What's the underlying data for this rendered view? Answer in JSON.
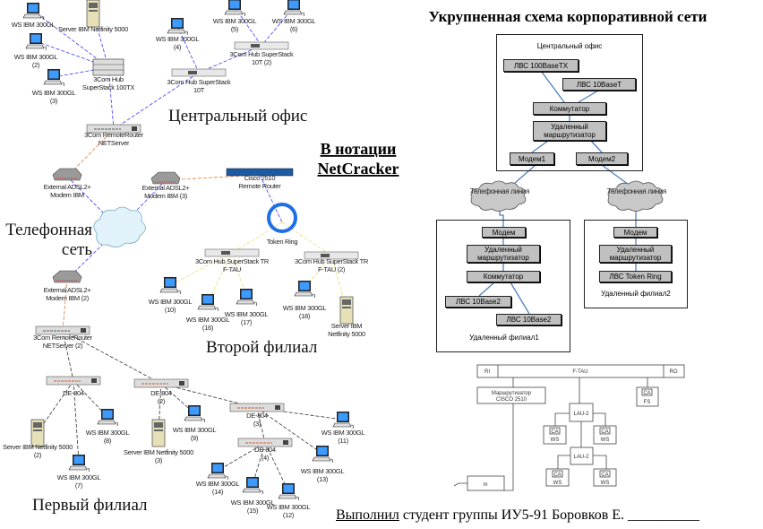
{
  "title": "Укрупненная схема корпоративной сети",
  "notation": {
    "line1": "В нотации",
    "line2": "NetCracker"
  },
  "regions": {
    "central": "Центральный офис",
    "phone1": "Телефонная",
    "phone2": "сеть",
    "second": "Второй филиал",
    "first": "Первый филиал"
  },
  "colors": {
    "lan_link": "#3a3aff",
    "wan_link": "#e07a3a",
    "token_link": "#e8e070",
    "branch_link": "#333333",
    "block_link": "#4f81bd",
    "block_fill": "#c0c0c0"
  },
  "netcracker": {
    "nodes": [
      {
        "id": "ws1",
        "type": "pc",
        "label": [
          "WS IBM 300GL"
        ]
      },
      {
        "id": "srv1",
        "type": "server",
        "label": [
          "Server IBM Netfinity 5000"
        ]
      },
      {
        "id": "ws2",
        "type": "pc",
        "label": [
          "WS IBM 300GL",
          "(2)"
        ]
      },
      {
        "id": "ws3",
        "type": "pc",
        "label": [
          "WS IBM 300GL",
          "(3)"
        ]
      },
      {
        "id": "hub100",
        "type": "hub",
        "label": [
          "3Com Hub",
          "SuperStack 100TX"
        ]
      },
      {
        "id": "ws4",
        "type": "pc",
        "label": [
          "WS IBM 300GL",
          "(4)"
        ]
      },
      {
        "id": "ws5",
        "type": "pc",
        "label": [
          "WS IBM 300GL",
          "(5)"
        ]
      },
      {
        "id": "ws6",
        "type": "pc",
        "label": [
          "WS IBM 300GL",
          "(6)"
        ]
      },
      {
        "id": "hub10t2",
        "type": "flathub",
        "label": [
          "3Com Hub SuperStack",
          "10T (2)"
        ]
      },
      {
        "id": "hub10t",
        "type": "flathub",
        "label": [
          "3Com Hub SuperStack",
          "10T"
        ]
      },
      {
        "id": "rr1",
        "type": "router",
        "label": [
          "3Com RemoteRouter",
          "NETServer"
        ]
      },
      {
        "id": "modem1",
        "type": "modem",
        "label": [
          "External ADSL2+",
          "Modem IBM"
        ]
      },
      {
        "id": "modem3",
        "type": "modem",
        "label": [
          "External ADSL2+",
          "Modem IBM (3)"
        ]
      },
      {
        "id": "cisco",
        "type": "cisco",
        "label": [
          "Cisco 2510",
          "Remote Router"
        ]
      },
      {
        "id": "cloud",
        "type": "cloud",
        "label": []
      },
      {
        "id": "ring",
        "type": "ring",
        "label": [
          "Token Ring"
        ]
      },
      {
        "id": "trhub1",
        "type": "flathub",
        "label": [
          "3Com Hub SuperStack TR",
          "F-TAU"
        ]
      },
      {
        "id": "trhub2",
        "type": "flathub",
        "label": [
          "3Com Hub SuperStack TR",
          "F-TAU (2)"
        ]
      },
      {
        "id": "ws10",
        "type": "pc",
        "label": [
          "WS IBM 300GL",
          "(10)"
        ]
      },
      {
        "id": "ws16",
        "type": "pc",
        "label": [
          "WS IBM 300GL",
          "(16)"
        ]
      },
      {
        "id": "ws17",
        "type": "pc",
        "label": [
          "WS IBM 300GL",
          "(17)"
        ]
      },
      {
        "id": "ws18",
        "type": "pc",
        "label": [
          "WS IBM 300GL",
          "(18)"
        ]
      },
      {
        "id": "srv2",
        "type": "server",
        "label": [
          "Server IBM",
          "Netfinity 5000"
        ]
      },
      {
        "id": "modem2",
        "type": "modem",
        "label": [
          "External ADSL2+",
          "Modem IBM (2)"
        ]
      },
      {
        "id": "rr2",
        "type": "router",
        "label": [
          "3Com RemoteRouter",
          "NETServer (2)"
        ]
      },
      {
        "id": "de1",
        "type": "switch",
        "label": [
          "DE-804"
        ]
      },
      {
        "id": "de2",
        "type": "switch",
        "label": [
          "DE-804",
          "(2)"
        ]
      },
      {
        "id": "de3",
        "type": "switch",
        "label": [
          "DE-804",
          "(3)"
        ]
      },
      {
        "id": "de4",
        "type": "switch",
        "label": [
          "DE-804",
          "(4)"
        ]
      },
      {
        "id": "srv3",
        "type": "server",
        "label": [
          "Server IBM Netfinity 5000",
          "(2)"
        ]
      },
      {
        "id": "ws8",
        "type": "pc",
        "label": [
          "WS IBM 300GL",
          "(8)"
        ]
      },
      {
        "id": "ws7",
        "type": "pc",
        "label": [
          "WS IBM 300GL",
          "(7)"
        ]
      },
      {
        "id": "srv4",
        "type": "server",
        "label": [
          "Server IBM Netfinity 5000",
          "(3)"
        ]
      },
      {
        "id": "ws9",
        "type": "pc",
        "label": [
          "WS IBM 300GL",
          "(9)"
        ]
      },
      {
        "id": "ws11",
        "type": "pc",
        "label": [
          "WS IBM 300GL",
          "(11)"
        ]
      },
      {
        "id": "ws13",
        "type": "pc",
        "label": [
          "WS IBM 300GL",
          "(13)"
        ]
      },
      {
        "id": "ws14",
        "type": "pc",
        "label": [
          "WS IBM 300GL",
          "(14)"
        ]
      },
      {
        "id": "ws15",
        "type": "pc",
        "label": [
          "WS IBM 300GL",
          "(15)"
        ]
      },
      {
        "id": "ws12",
        "type": "pc",
        "label": [
          "WS IBM 300GL",
          "(12)"
        ]
      }
    ],
    "links": [
      {
        "kind": "lan",
        "a": "ws1",
        "b": "hub100"
      },
      {
        "kind": "lan",
        "a": "srv1",
        "b": "hub100"
      },
      {
        "kind": "lan",
        "a": "ws2",
        "b": "hub100"
      },
      {
        "kind": "lan",
        "a": "ws3",
        "b": "hub100"
      },
      {
        "kind": "lan",
        "a": "hub100",
        "b": "rr1"
      },
      {
        "kind": "lan",
        "a": "rr1",
        "b": "hub10t"
      },
      {
        "kind": "lan",
        "a": "ws4",
        "b": "hub10t"
      },
      {
        "kind": "lan",
        "a": "hub10t",
        "b": "hub10t2"
      },
      {
        "kind": "lan",
        "a": "ws5",
        "b": "hub10t2"
      },
      {
        "kind": "lan",
        "a": "ws6",
        "b": "hub10t2"
      },
      {
        "kind": "lan",
        "a": "modem1",
        "b": "cloud"
      },
      {
        "kind": "lan",
        "a": "modem3",
        "b": "cloud"
      },
      {
        "kind": "lan",
        "a": "cloud",
        "b": "modem2"
      },
      {
        "kind": "lan",
        "a": "cisco",
        "b": "ring"
      },
      {
        "kind": "wan",
        "a": "rr1",
        "b": "modem1"
      },
      {
        "kind": "wan",
        "a": "modem3",
        "b": "cisco"
      },
      {
        "kind": "wan",
        "a": "modem2",
        "b": "rr2"
      },
      {
        "kind": "token",
        "a": "ring",
        "b": "trhub1"
      },
      {
        "kind": "token",
        "a": "ring",
        "b": "trhub2"
      },
      {
        "kind": "token",
        "a": "trhub1",
        "b": "ws10"
      },
      {
        "kind": "token",
        "a": "trhub1",
        "b": "ws16"
      },
      {
        "kind": "token",
        "a": "trhub1",
        "b": "ws17"
      },
      {
        "kind": "token",
        "a": "trhub2",
        "b": "ws18"
      },
      {
        "kind": "token",
        "a": "trhub2",
        "b": "srv2"
      },
      {
        "kind": "branch",
        "a": "rr2",
        "b": "de1"
      },
      {
        "kind": "branch",
        "a": "rr2",
        "b": "de2"
      },
      {
        "kind": "branch",
        "a": "de2",
        "b": "de3"
      },
      {
        "kind": "branch",
        "a": "de1",
        "b": "srv3"
      },
      {
        "kind": "branch",
        "a": "de1",
        "b": "ws7"
      },
      {
        "kind": "branch",
        "a": "de1",
        "b": "ws8"
      },
      {
        "kind": "branch",
        "a": "de2",
        "b": "srv4"
      },
      {
        "kind": "branch",
        "a": "de2",
        "b": "ws9"
      },
      {
        "kind": "branch",
        "a": "de3",
        "b": "ws11"
      },
      {
        "kind": "branch",
        "a": "de3",
        "b": "ws13"
      },
      {
        "kind": "branch",
        "a": "de3",
        "b": "de4"
      },
      {
        "kind": "branch",
        "a": "de4",
        "b": "ws14"
      },
      {
        "kind": "branch",
        "a": "de4",
        "b": "ws15"
      },
      {
        "kind": "branch",
        "a": "de4",
        "b": "ws12"
      }
    ]
  },
  "block_scheme": {
    "central": {
      "caption": "Центральный офис",
      "lan1": "ЛВС 100BaseTX",
      "lan2": "ЛВС 10BaseT",
      "switch": "Коммутатор",
      "router": "Удаленный маршрутизатор",
      "modem1": "Модем1",
      "modem2": "Модем2"
    },
    "cloud1": "Телефонная линия",
    "cloud2": "Телефонная линия",
    "branch1": {
      "caption": "Удаленный филиал1",
      "modem": "Модем",
      "router": "Удаленный маршрутизатор",
      "switch": "Коммутатор",
      "lan1": "ЛВС 10Base2",
      "lan2": "ЛВС 10Base2"
    },
    "branch2": {
      "caption": "Удаленный филиал2",
      "modem": "Модем",
      "router": "Удаленный маршрутизатор",
      "lan": "ЛВС Token Ring"
    }
  },
  "token_ring_scheme": {
    "ri": "RI",
    "ftau": "F-TAU",
    "ro": "RO",
    "router": [
      "Маршрутизатор",
      "CISCO 2510"
    ],
    "modem": "m",
    "lau1": "LAU-2",
    "lau2": "LAU-2",
    "ca": "CA",
    "ws": "WS",
    "fs": "FS"
  },
  "signature": {
    "done": "Выполнил",
    "text": " студент группы ИУ5-91 Боровков Е. __________"
  }
}
